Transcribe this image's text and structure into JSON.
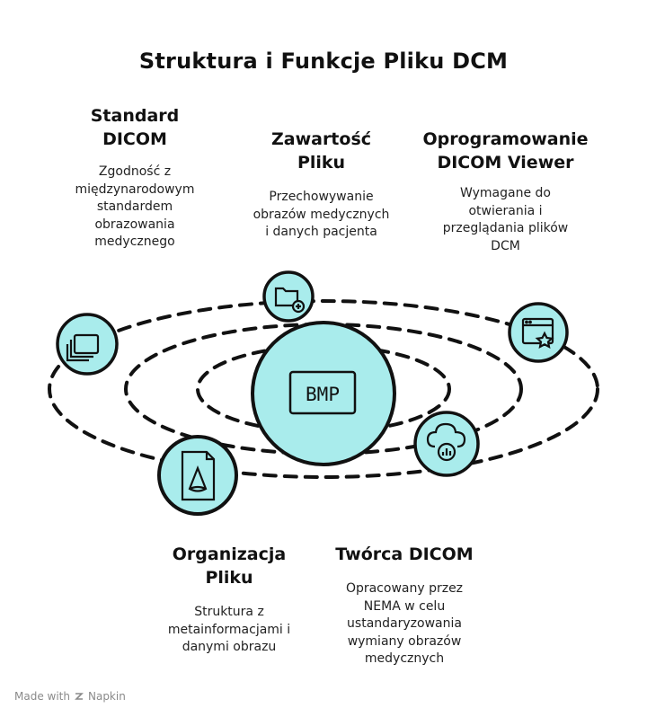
{
  "title": "Struktura i Funkcje Pliku DCM",
  "colors": {
    "fill": "#a9ecec",
    "stroke": "#111111"
  },
  "center": {
    "label": "BMP",
    "icon": "image-frame-icon"
  },
  "items": [
    {
      "id": "standard",
      "heading": "Standard\nDICOM",
      "text": "Zgodność z\nmiędzynarodowym\nstandardem\nobrazowania\nmedycznego",
      "icon": "documents-stack-icon"
    },
    {
      "id": "zawartosc",
      "heading": "Zawartość\nPliku",
      "text": "Przechowywanie\nobrazów medycznych\ni danych pacjenta",
      "icon": "folder-plus-icon"
    },
    {
      "id": "oprogramowanie",
      "heading": "Oprogramowanie\nDICOM Viewer",
      "text": "Wymagane do\notwierania i\nprzeglądania plików\nDCM",
      "icon": "browser-star-icon"
    },
    {
      "id": "organizacja",
      "heading": "Organizacja\nPliku",
      "text": "Struktura z\nmetainformacjami i\ndanymi obrazu",
      "icon": "document-cone-icon"
    },
    {
      "id": "tworca",
      "heading": "Twórca DICOM",
      "text": "Opracowany przez\nNEMA w celu\nustandaryzowania\nwymiany obrazów\nmedycznych",
      "icon": "cloud-chart-icon"
    }
  ],
  "footer": {
    "made_with": "Made with",
    "brand": "Napkin"
  }
}
